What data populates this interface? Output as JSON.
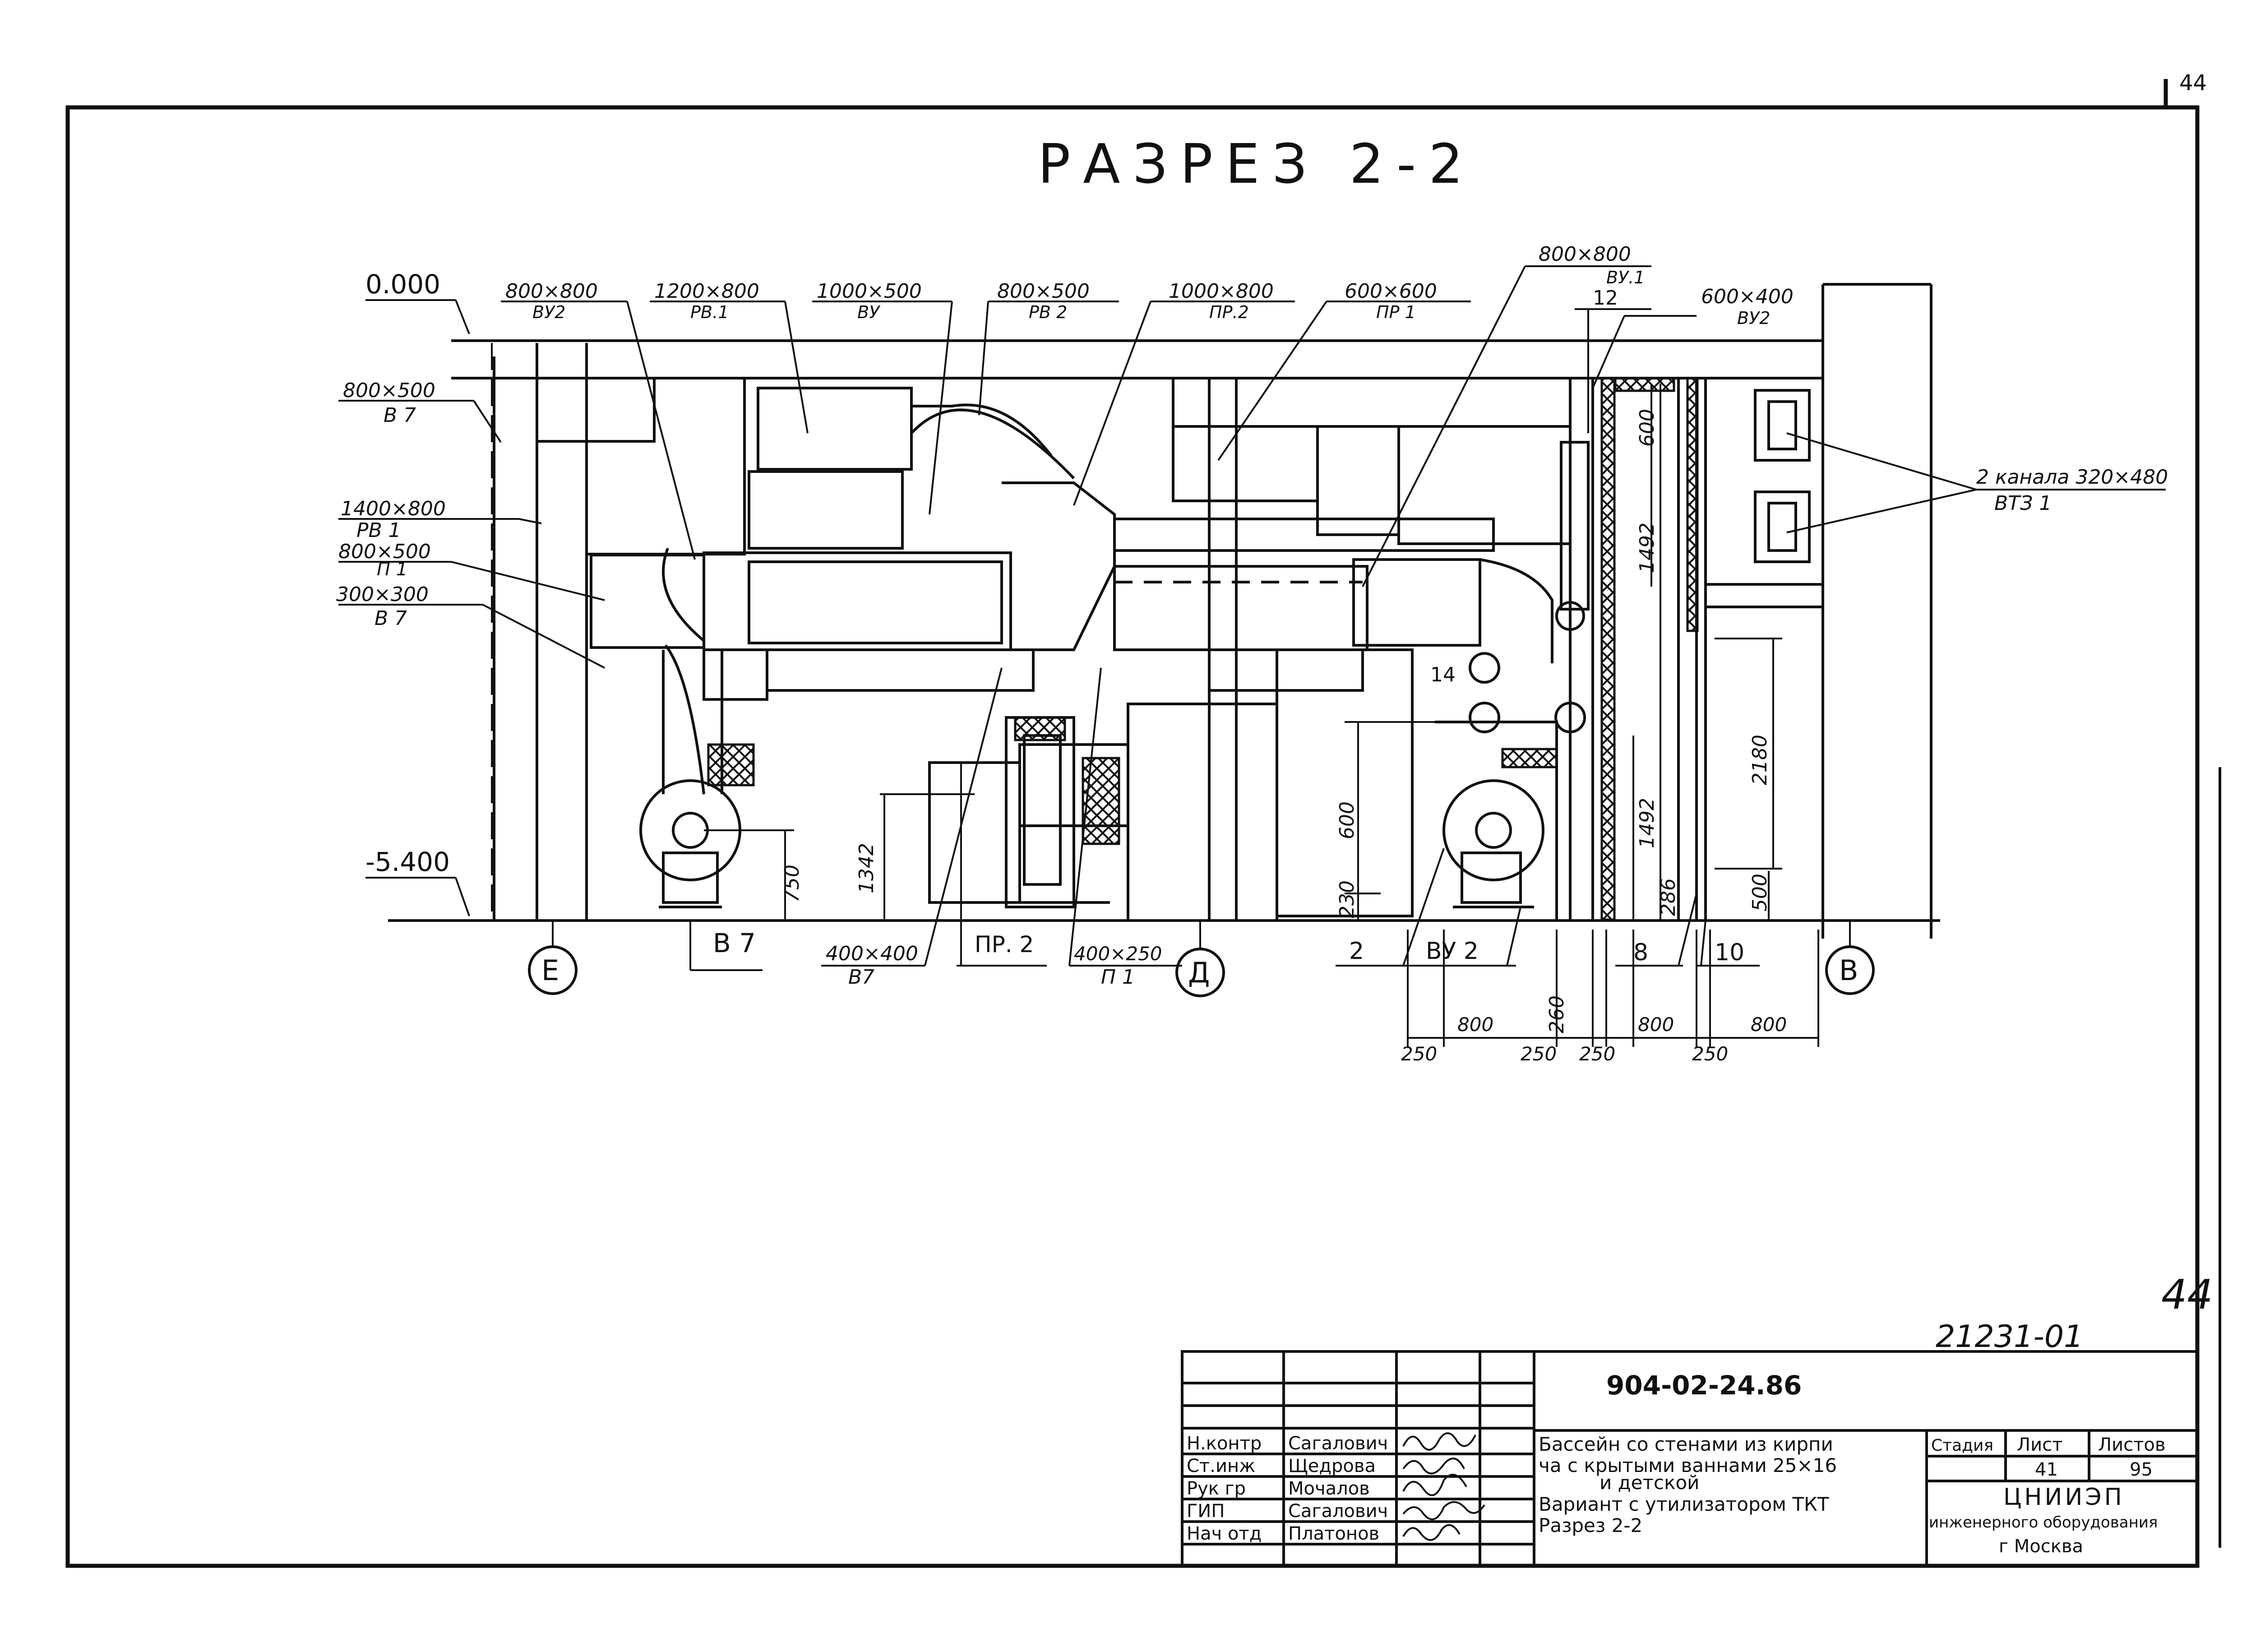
{
  "sheet": {
    "corner_mark": "44",
    "page_number_handwritten": "44",
    "inventory_number": "21231-01",
    "title": "РАЗРЕЗ 2-2"
  },
  "levels": {
    "top": "0.000",
    "bottom": "-5.400"
  },
  "axes": [
    "Е",
    "Д",
    "В"
  ],
  "left_labels": [
    {
      "size": "800×500",
      "code": "В 7"
    },
    {
      "size": "1400×800",
      "code": "РВ 1"
    },
    {
      "size": "800×500",
      "code": "П 1"
    },
    {
      "size": "300×300",
      "code": "В 7"
    }
  ],
  "top_labels": [
    {
      "size": "800×800",
      "code": "ВУ2"
    },
    {
      "size": "1200×800",
      "code": "РВ.1"
    },
    {
      "size": "1000×500",
      "code": "ВУ"
    },
    {
      "size": "800×500",
      "code": "РВ 2"
    },
    {
      "size": "1000×800",
      "code": "ПР.2"
    },
    {
      "size": "600×600",
      "code": "ПР 1"
    },
    {
      "size": "800×800",
      "code": "ВУ.1"
    },
    {
      "size": "600×400",
      "code": "ВУ2"
    }
  ],
  "right_label": {
    "size": "2 канала 320×480",
    "code": "ВТЗ 1"
  },
  "bottom_labels": {
    "b7": "В 7",
    "v7_size": "400×400",
    "v7_code": "В7",
    "pr2": "ПР. 2",
    "p1_size": "400×250",
    "p1_code": "П 1",
    "n2": "2",
    "vu2": "ВУ 2",
    "n8": "8",
    "n10": "10"
  },
  "numbers": {
    "n12": "12",
    "n14": "14"
  },
  "dimensions": {
    "d750": "750",
    "d1342": "1342",
    "d600": "600",
    "d230": "230",
    "d1492a": "1492",
    "d1492b": "1492",
    "d600b": "600",
    "d2180": "2180",
    "d286": "286",
    "d500": "500",
    "d260": "260",
    "b250a": "250",
    "b800a": "800",
    "b250b": "250",
    "b250c": "250",
    "b800b": "800",
    "b250d": "250",
    "b800c": "800"
  },
  "title_block": {
    "doc_code": "904-02-24.86",
    "roles": [
      "Н.контр",
      "Ст.инж",
      "Рук гр",
      "ГИП",
      "Нач отд"
    ],
    "names": [
      "Сагалович",
      "Щедрова",
      "Мочалов",
      "Сагалович",
      "Платонов"
    ],
    "description": [
      "Бассейн со стенами из кирпи",
      "ча с крытыми ваннами 25×16",
      "и детской",
      "Вариант с утилизатором ТКТ",
      "Разрез 2-2"
    ],
    "stage_header": "Стадия",
    "sheet_header": "Лист",
    "sheets_header": "Листов",
    "sheet_value": "41",
    "sheets_value": "95",
    "org_name": "ЦНИИЭП",
    "org_line2": "инженерного оборудования",
    "org_line3": "г Москва"
  }
}
